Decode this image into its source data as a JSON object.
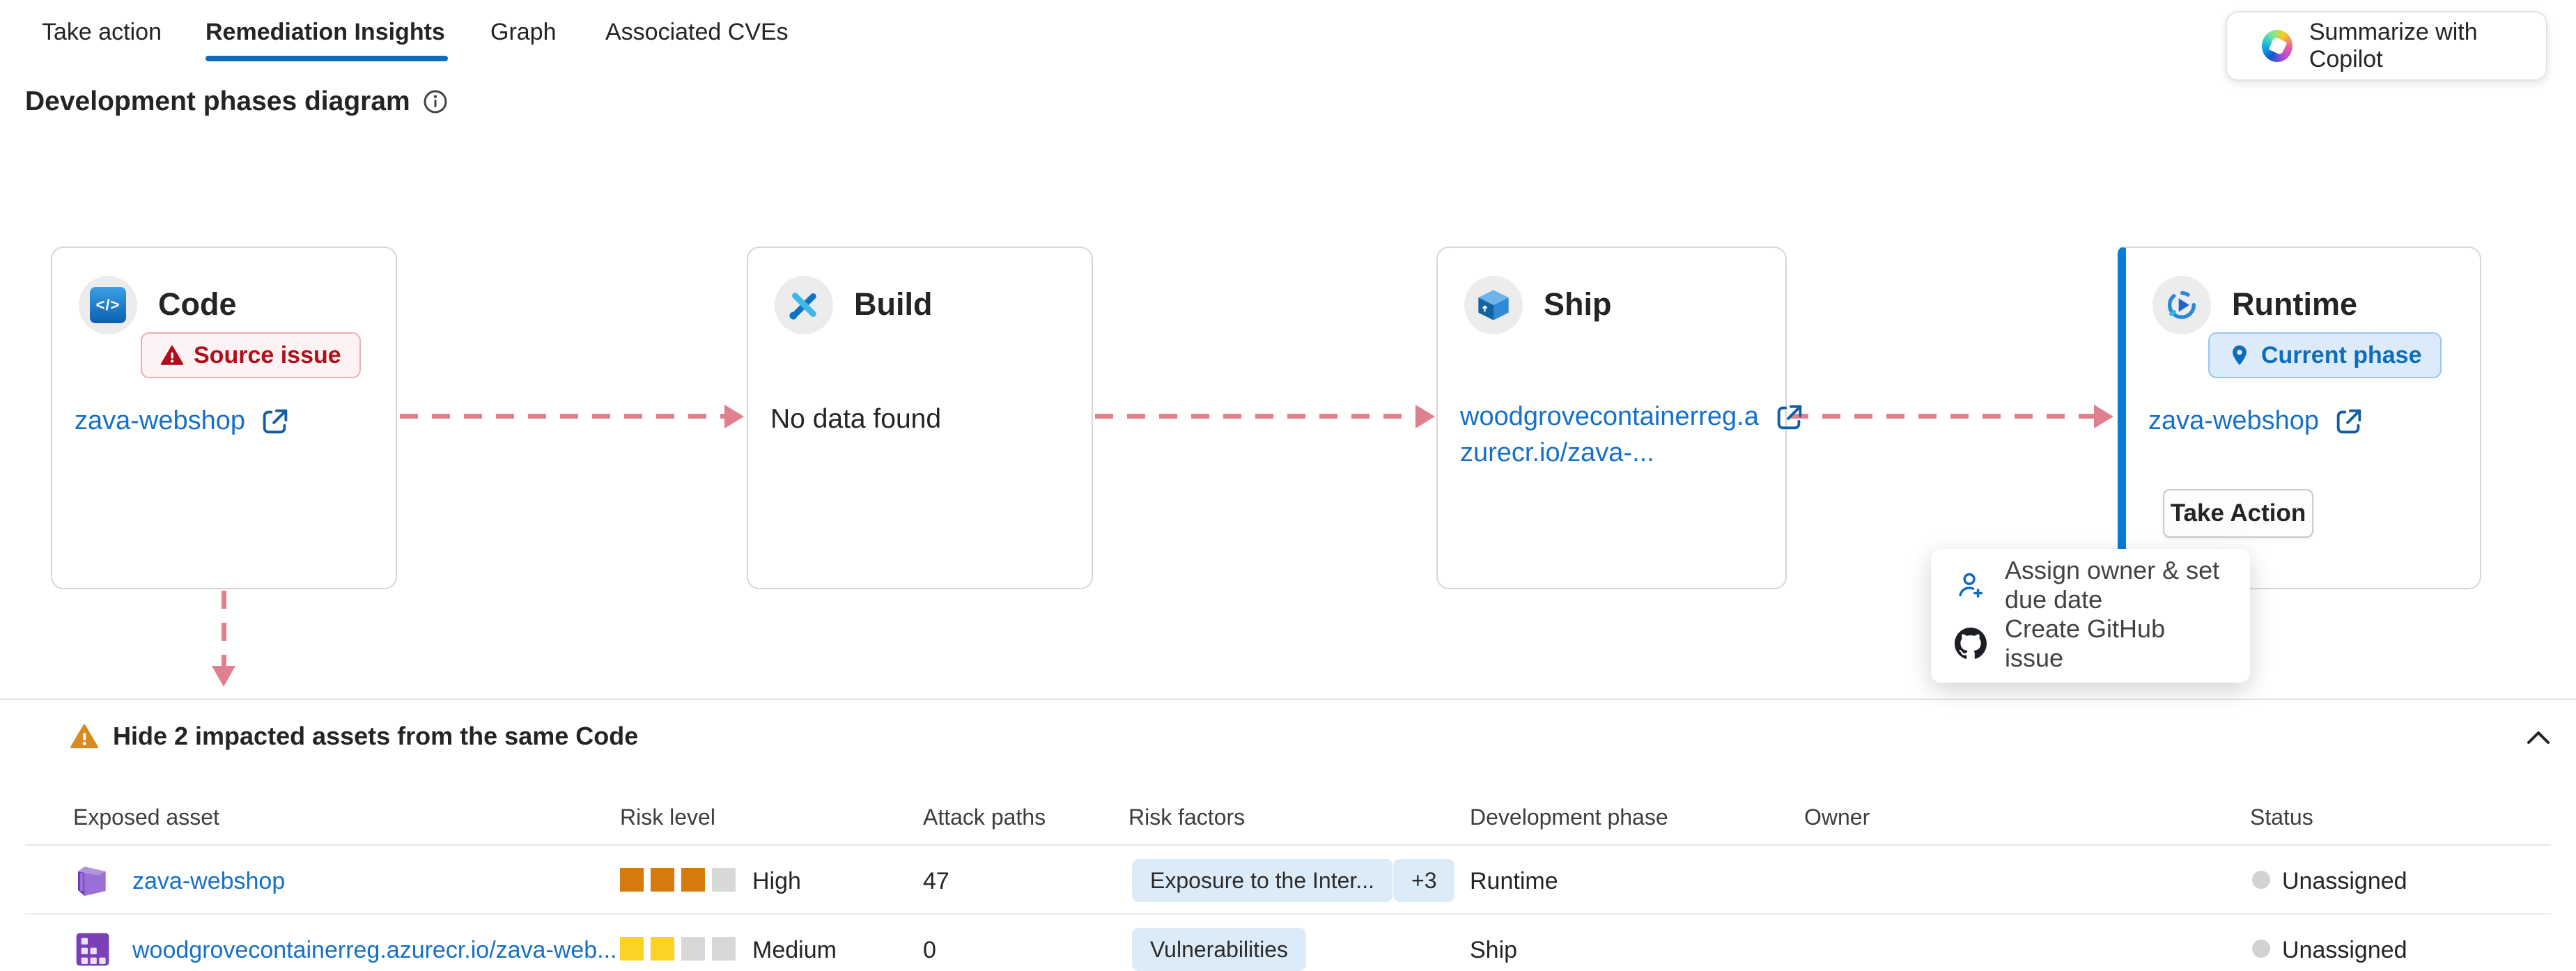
{
  "tabs": {
    "take_action": "Take action",
    "remediation_insights": "Remediation Insights",
    "graph": "Graph",
    "associated_cves": "Associated CVEs"
  },
  "copilot": {
    "label": "Summarize with Copilot"
  },
  "diagram": {
    "title": "Development phases diagram",
    "phases": {
      "code": {
        "title": "Code",
        "badge": "Source issue",
        "link": "zava-webshop"
      },
      "build": {
        "title": "Build",
        "empty_text": "No data found"
      },
      "ship": {
        "title": "Ship",
        "link": "woodgrovecontainerreg.azurecr.io/zava-..."
      },
      "runtime": {
        "title": "Runtime",
        "badge": "Current phase",
        "link": "zava-webshop",
        "action_button": "Take Action"
      }
    },
    "menu": {
      "assign_owner": "Assign owner & set due date",
      "create_github_issue": "Create GitHub issue"
    }
  },
  "impacted_assets": {
    "title": "Hide 2 impacted assets from the same Code",
    "columns": {
      "exposed_asset": "Exposed asset",
      "risk_level": "Risk level",
      "attack_paths": "Attack paths",
      "risk_factors": "Risk factors",
      "development_phase": "Development phase",
      "owner": "Owner",
      "status": "Status"
    },
    "rows": [
      {
        "asset": "zava-webshop",
        "risk_level": "High",
        "risk_filled": 3,
        "risk_total": 4,
        "attack_paths": "47",
        "risk_factor": "Exposure to the Inter...",
        "more_factors": "+3",
        "phase": "Runtime",
        "owner": "",
        "status": "Unassigned"
      },
      {
        "asset": "woodgrovecontainerreg.azurecr.io/zava-web...",
        "risk_level": "Medium",
        "risk_filled": 2,
        "risk_total": 4,
        "attack_paths": "0",
        "risk_factor": "Vulnerabilities",
        "more_factors": "",
        "phase": "Ship",
        "owner": "",
        "status": "Unassigned"
      }
    ]
  },
  "colors": {
    "accent": "#0f6cbd",
    "link": "#1570c9",
    "arrow": "#e0808e",
    "risk_high": "#d67a0d",
    "risk_medium": "#fcd226",
    "risk_empty": "#d8d8d8",
    "badge_red_text": "#b10e1c",
    "badge_red_bg": "#fdf3f4",
    "badge_blue_bg": "#dcebfa",
    "warning_orange": "#d98a21"
  }
}
